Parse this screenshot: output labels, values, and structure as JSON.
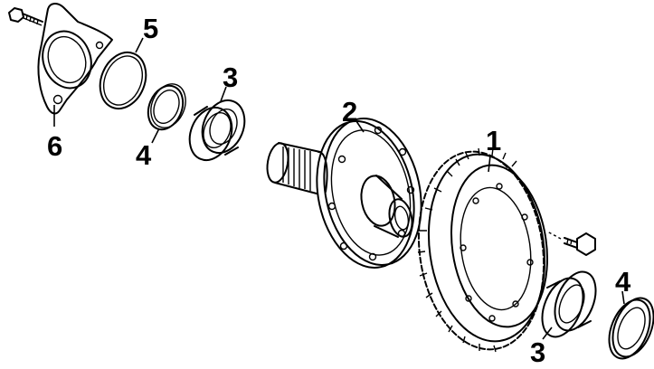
{
  "diagram": {
    "style": "exploded-view line drawing",
    "line_color": "#000000",
    "background": "#ffffff"
  },
  "callouts": {
    "n1": "1",
    "n2": "2",
    "n3a": "3",
    "n3b": "3",
    "n4a": "4",
    "n4b": "4",
    "n5": "5",
    "n6": "6"
  }
}
